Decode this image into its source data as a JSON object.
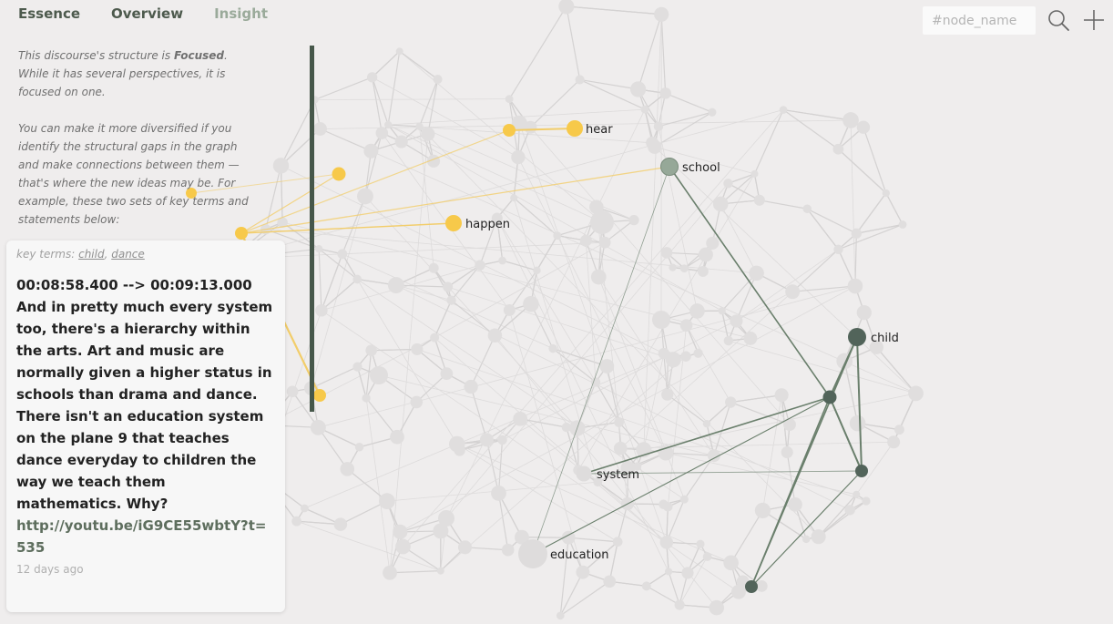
{
  "tabs": {
    "essence": "Essence",
    "overview": "Overview",
    "insight": "Insight"
  },
  "search": {
    "placeholder": "#node_name"
  },
  "icons": {
    "search": "search-icon",
    "add": "plus-icon"
  },
  "insight": {
    "para1_pre": "This discourse's structure is ",
    "para1_em": "Focused",
    "para1_post": ". While it has several perspectives, it is focused on one.",
    "para2": "You can make it more diversified if you identify the structural gaps in the graph and make connections between them — that's where the new ideas may be. For example, these two sets of key terms and statements below:"
  },
  "card": {
    "keyterms_label": "key terms:",
    "term1": "child",
    "term2": "dance",
    "statement": "00:08:58.400 --> 00:09:13.000\nAnd in pretty much every system too, there's a hierarchy within the arts. Art and music are normally given a higher status in schools than drama and dance. There isn't an education system on the plane 9 that teaches dance everyday to children the way we teach them mathematics. Why?",
    "link": "http://youtu.be/iG9CE55wbtY?t=535",
    "ago": "12 days ago"
  },
  "graph": {
    "labels": {
      "hear": "hear",
      "happen": "happen",
      "school": "school",
      "child": "child",
      "system": "system",
      "education": "education"
    },
    "colors": {
      "background": "#efeded",
      "yellow": "#f7c94a",
      "green": "#5a6e5e",
      "gray_node": "#dcdcdc"
    }
  }
}
